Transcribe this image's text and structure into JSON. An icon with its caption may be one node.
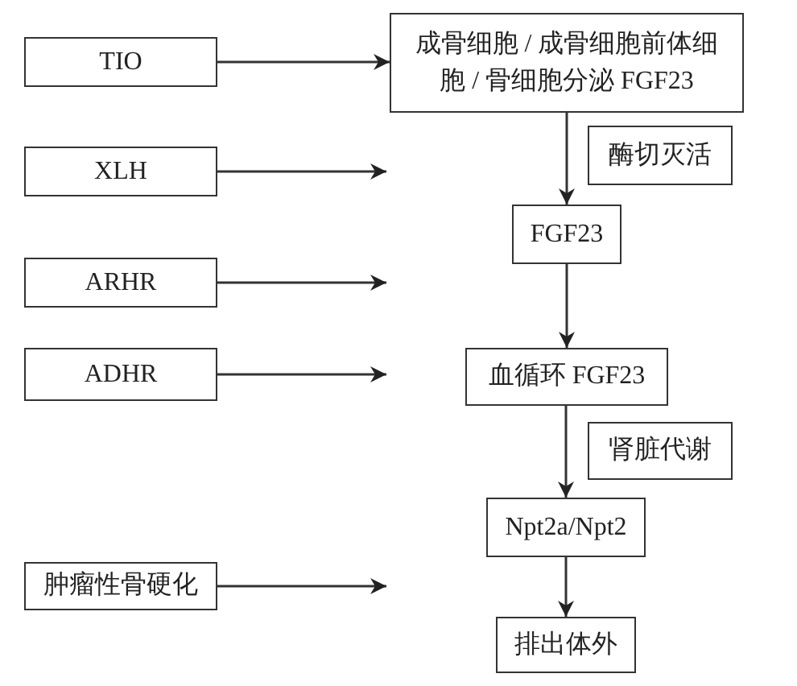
{
  "diagram": {
    "nodes": [
      {
        "text": [
          "TIO"
        ]
      },
      {
        "text": [
          "成骨细胞 / 成骨细胞前体细胞 / 骨细胞分泌 FGF23"
        ]
      },
      {
        "text": [
          "XLH"
        ]
      },
      {
        "text": [
          "酶切灭活"
        ]
      },
      {
        "text": [
          "FGF23"
        ]
      },
      {
        "text": [
          "ARHR"
        ]
      },
      {
        "text": [
          "ADHR"
        ]
      },
      {
        "text": [
          "血循环 FGF23"
        ]
      },
      {
        "text": [
          "肾脏代谢"
        ]
      },
      {
        "text": [
          "肿瘤性骨硬化"
        ]
      },
      {
        "text": [
          "Npt2a/Npt2"
        ]
      },
      {
        "text": [
          "排出体外"
        ]
      }
    ],
    "edges": [
      {
        "from": 0,
        "to": 1,
        "arrow": "to"
      },
      {
        "from": 2,
        "to": null,
        "arrow": "to"
      },
      {
        "from": 5,
        "to": null,
        "arrow": "to"
      },
      {
        "from": 6,
        "to": null,
        "arrow": "to"
      },
      {
        "from": 9,
        "to": null,
        "arrow": "to"
      },
      {
        "from": 1,
        "to": 4,
        "arrow": "to"
      },
      {
        "from": 4,
        "to": 7,
        "arrow": "to"
      },
      {
        "from": 7,
        "to": 10,
        "arrow": "to"
      },
      {
        "from": 10,
        "to": 11,
        "arrow": "to"
      }
    ]
  }
}
